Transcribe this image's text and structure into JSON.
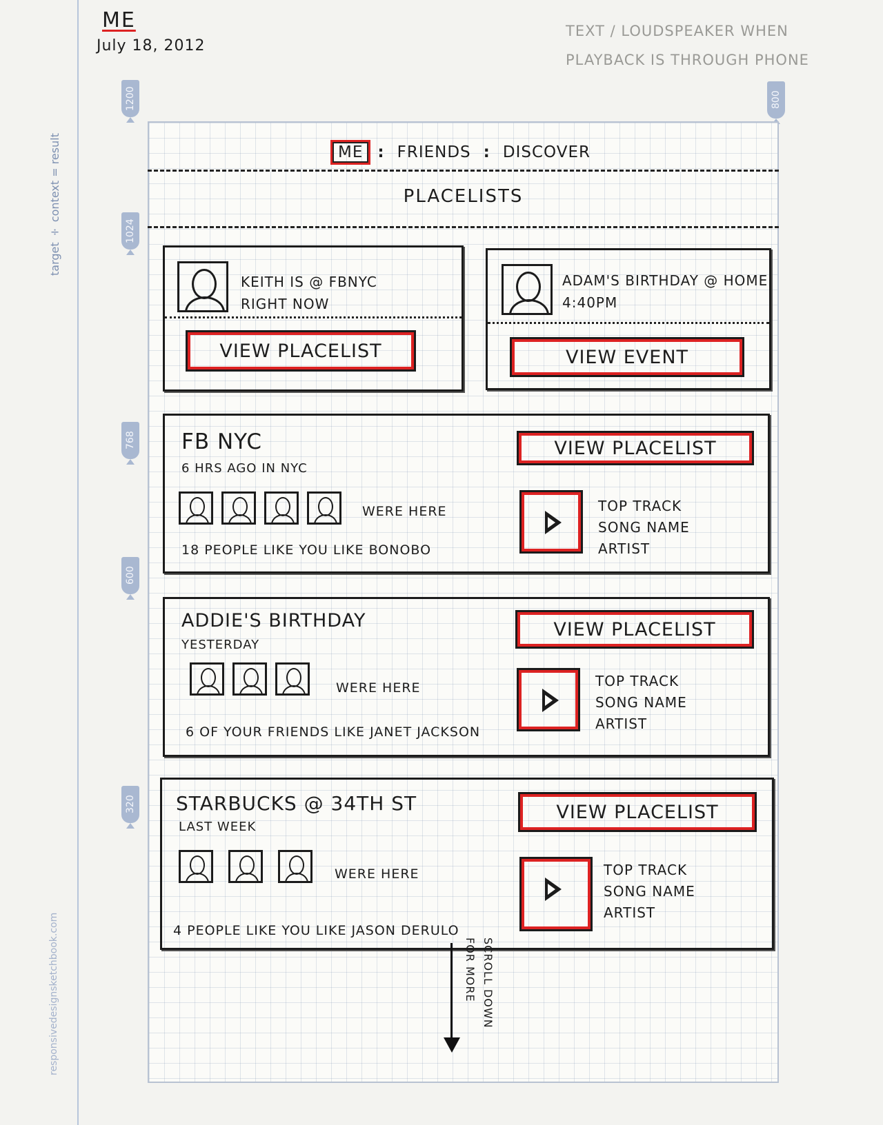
{
  "sketch": {
    "title": "ME",
    "date": "July 18, 2012",
    "note": "Text / Loudspeaker when playback is through phone",
    "side_label": "target ÷ context = result",
    "side_url": "responsivedesignsketchbook.com",
    "markers": [
      "1200",
      "1024",
      "768",
      "600",
      "320",
      "800"
    ]
  },
  "nav": {
    "items": [
      "ME",
      "FRIENDS",
      "DISCOVER"
    ],
    "active": "ME"
  },
  "section": {
    "title": "PLACELISTS"
  },
  "top_cards": [
    {
      "line1": "KEITH IS @ FBNYC",
      "line2": "RIGHT NOW",
      "button": "VIEW PLACELIST"
    },
    {
      "line1": "ADAM'S BIRTHDAY @ HOME",
      "line2": "4:40PM",
      "button": "VIEW EVENT"
    }
  ],
  "places": [
    {
      "name": "FB NYC",
      "when": "6 HRS AGO IN NYC",
      "were_here": "WERE HERE",
      "likes": "18 PEOPLE LIKE YOU LIKE BONOBO",
      "button": "VIEW PLACELIST",
      "track_label": "TOP TRACK",
      "song": "SONG NAME",
      "artist": "ARTIST"
    },
    {
      "name": "ADDIE'S BIRTHDAY",
      "when": "YESTERDAY",
      "were_here": "WERE HERE",
      "likes": "6 OF YOUR FRIENDS LIKE JANET JACKSON",
      "button": "VIEW PLACELIST",
      "track_label": "TOP TRACK",
      "song": "SONG NAME",
      "artist": "ARTIST"
    },
    {
      "name": "STARBUCKS @ 34TH ST",
      "when": "LAST WEEK",
      "were_here": "WERE HERE",
      "likes": "4 PEOPLE LIKE YOU LIKE JASON DERULO",
      "button": "VIEW PLACELIST",
      "track_label": "TOP TRACK",
      "song": "SONG NAME",
      "artist": "ARTIST"
    }
  ],
  "scroll": {
    "text": "SCROLL DOWN FOR MORE"
  },
  "colors": {
    "accent": "#dd2222",
    "ink": "#1b1b1b",
    "grid": "#8c9bb8"
  },
  "icons": [
    "avatar-icon",
    "play-icon",
    "down-arrow-icon"
  ]
}
